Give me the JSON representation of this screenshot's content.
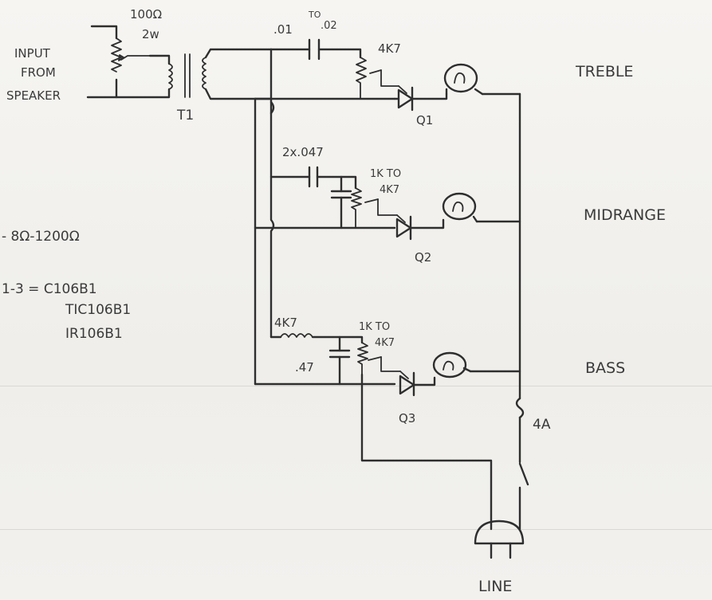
{
  "labels": {
    "input": [
      "INPUT",
      "FROM",
      "SPEAKER"
    ],
    "resistor_top": [
      "100Ω",
      "2w"
    ],
    "transformer": "T1",
    "cap_treble": [
      ".01",
      "TO",
      ".02"
    ],
    "res_treble": "4K7",
    "cap_mid": "2x.047",
    "res_mid": [
      "1K TO",
      "4K7"
    ],
    "res_bass_series": "4K7",
    "res_bass": [
      "1K TO",
      "4K7"
    ],
    "cap_bass": ".47",
    "scr1": "Q1",
    "scr2": "Q2",
    "scr3": "Q3",
    "fuse": "4A",
    "line": "LINE",
    "treble": "TREBLE",
    "midrange": "MIDRANGE",
    "bass": "BASS",
    "note_impedance": "- 8Ω-1200Ω",
    "note_parts": [
      "1-3 = C106B1",
      "TIC106B1",
      "IR106B1"
    ]
  }
}
